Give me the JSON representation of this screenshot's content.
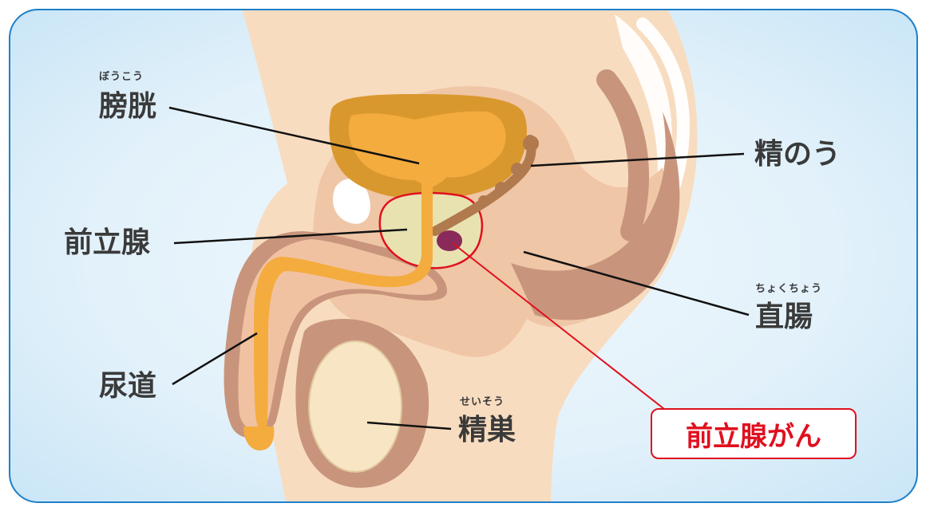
{
  "colors": {
    "frame": "#1f7fc8",
    "background_light": "#f0f8fd",
    "background_dark": "#c6e4f6",
    "skin": "#f8dcc0",
    "tissue_brown": "#c8957c",
    "bladder": "#f4ac3f",
    "bladder_wall": "#d9982e",
    "prostate": "#e8e2b0",
    "tumor": "#8a2a5a",
    "cancer_red": "#e0101e",
    "leader_line": "#111111"
  },
  "labels": {
    "bladder": {
      "text": "膀胱",
      "reading": "ぼうこう"
    },
    "seminal_vesicle": {
      "text": "精のう"
    },
    "prostate": {
      "text": "前立腺"
    },
    "rectum": {
      "text": "直腸",
      "reading": "ちょくちょう"
    },
    "urethra": {
      "text": "尿道"
    },
    "testis": {
      "text": "精巣",
      "reading": "せいそう"
    },
    "prostate_cancer": {
      "text": "前立腺がん"
    }
  }
}
